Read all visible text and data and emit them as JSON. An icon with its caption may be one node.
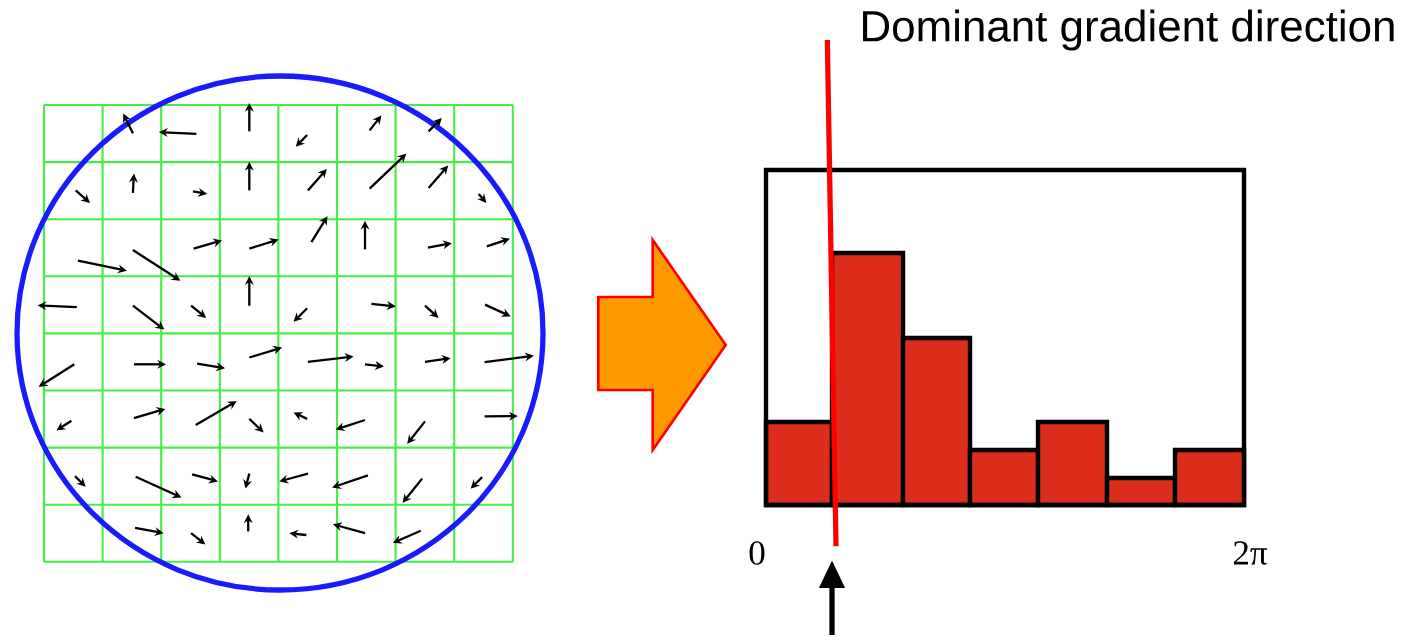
{
  "diagram": {
    "nodes": [
      {
        "text": [],
        "shape": "picture"
      },
      {
        "text": [],
        "shape": "picture"
      },
      {
        "text": [
          "Dominant gradient direction"
        ]
      }
    ],
    "edges": [
      {
        "from": 0,
        "to": 1,
        "arrow": "to",
        "color": "#ff9900"
      },
      {
        "from": 2,
        "to": 1,
        "arrow": "none",
        "color": "#ff0000"
      }
    ],
    "labels": [
      "0",
      "2π"
    ]
  }
}
